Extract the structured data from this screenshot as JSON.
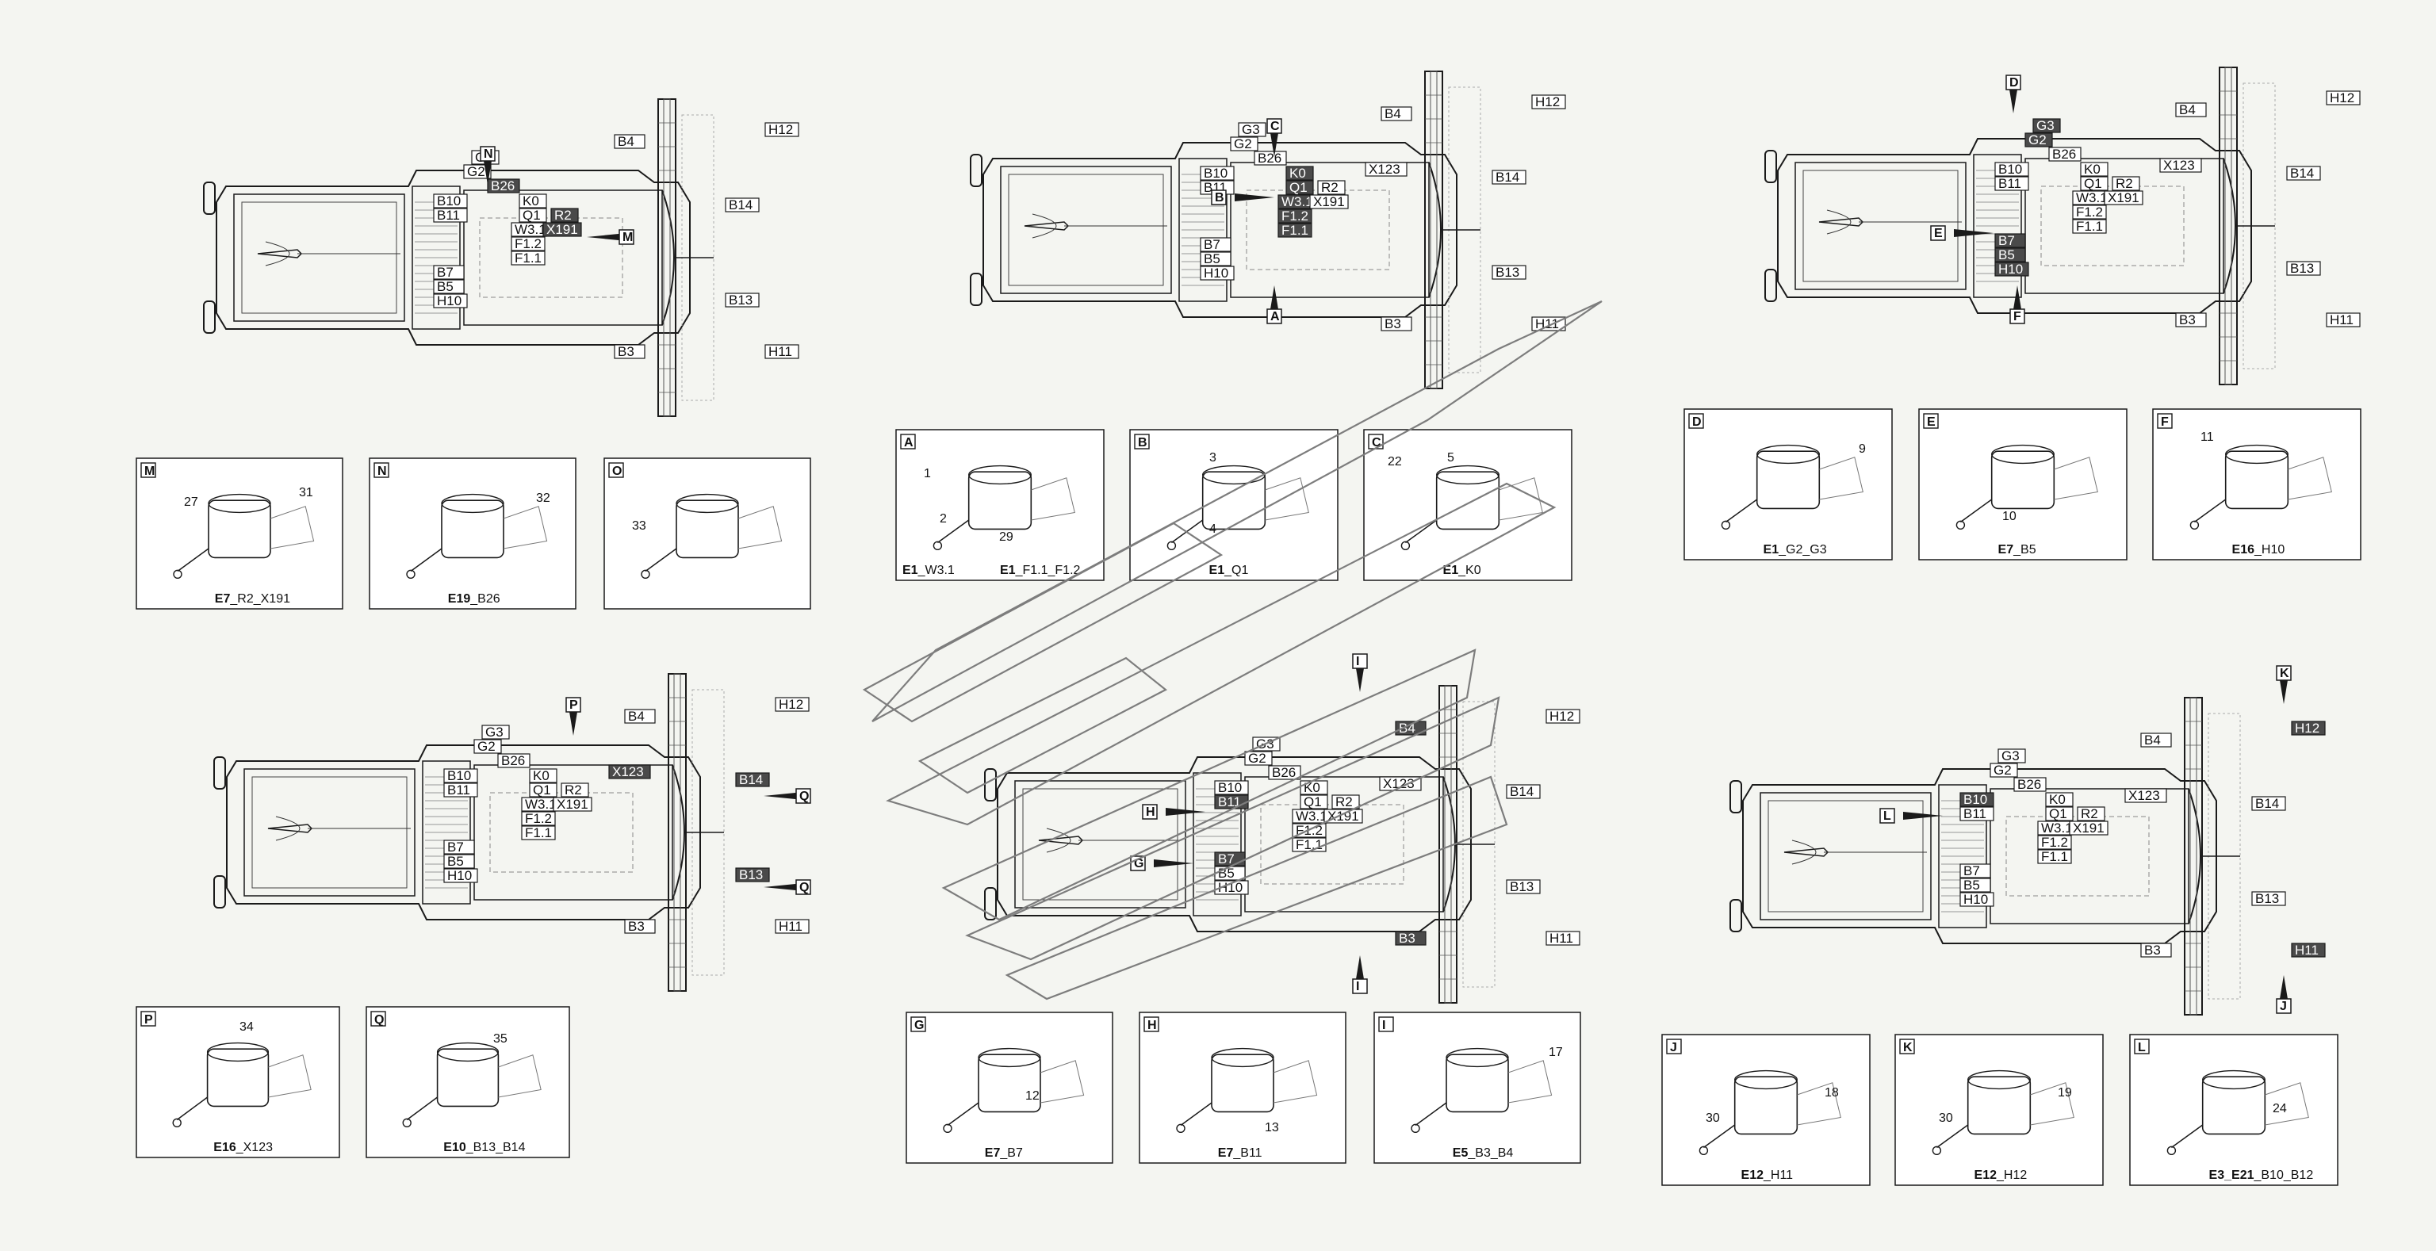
{
  "overviews": [
    {
      "id": "ov1",
      "labels": [
        "B4",
        "H12",
        "G3",
        "G2",
        "B26",
        "B10",
        "B11",
        "K0",
        "Q1",
        "W3.1",
        "F1.2",
        "F1.1",
        "R2",
        "X191",
        "B7",
        "B5",
        "H10",
        "B14",
        "B13",
        "B3",
        "H11"
      ],
      "highlight": [
        "B26",
        "R2",
        "X191"
      ],
      "callouts": [
        "N",
        "M"
      ]
    },
    {
      "id": "ov2",
      "labels": [
        "B4",
        "H12",
        "G3",
        "G2",
        "B26",
        "B10",
        "B11",
        "K0",
        "Q1",
        "W3.1",
        "F1.2",
        "F1.1",
        "R2",
        "X191",
        "X123",
        "B7",
        "B5",
        "H10",
        "B14",
        "B13",
        "B3",
        "H11"
      ],
      "highlight": [
        "K0",
        "Q1",
        "W3.1",
        "F1.2",
        "F1.1"
      ],
      "callouts": [
        "C",
        "B",
        "A"
      ]
    },
    {
      "id": "ov3",
      "labels": [
        "B4",
        "H12",
        "G3",
        "G2",
        "B26",
        "B10",
        "B11",
        "K0",
        "Q1",
        "W3.1",
        "F1.2",
        "F1.1",
        "R2",
        "X191",
        "X123",
        "B7",
        "B5",
        "H10",
        "B14",
        "B13",
        "B3",
        "H11"
      ],
      "highlight": [
        "G3",
        "G2",
        "B7",
        "B5",
        "H10"
      ],
      "callouts": [
        "D",
        "E",
        "F"
      ]
    },
    {
      "id": "ov4",
      "labels": [
        "B4",
        "H12",
        "G3",
        "G2",
        "B26",
        "B10",
        "B11",
        "K0",
        "Q1",
        "W3.1",
        "F1.2",
        "F1.1",
        "R2",
        "X191",
        "X123",
        "B7",
        "B5",
        "H10",
        "B14",
        "B13",
        "B3",
        "H11"
      ],
      "highlight": [
        "X123",
        "B14",
        "B13"
      ],
      "callouts": [
        "P",
        "Q",
        "Q"
      ]
    },
    {
      "id": "ov5",
      "labels": [
        "B4",
        "H12",
        "G3",
        "G2",
        "B26",
        "B10",
        "B11",
        "K0",
        "Q1",
        "W3.1",
        "F1.2",
        "F1.1",
        "R2",
        "X191",
        "X123",
        "B7",
        "B5",
        "H10",
        "B14",
        "B13",
        "B3",
        "H11"
      ],
      "highlight": [
        "B4",
        "B11",
        "B7",
        "B3"
      ],
      "callouts": [
        "I",
        "H",
        "G",
        "I"
      ]
    },
    {
      "id": "ov6",
      "labels": [
        "B4",
        "H12",
        "G3",
        "G2",
        "B26",
        "B10",
        "B11",
        "K0",
        "Q1",
        "W3.1",
        "F1.2",
        "F1.1",
        "R2",
        "X191",
        "X123",
        "B7",
        "B5",
        "H10",
        "B14",
        "B13",
        "B3",
        "H11"
      ],
      "highlight": [
        "H12",
        "B10",
        "H11"
      ],
      "callouts": [
        "K",
        "L",
        "J"
      ]
    }
  ],
  "details": [
    {
      "letter": "M",
      "caption_bold": "E7",
      "caption": "_R2_X191",
      "nums": [
        "27",
        "31"
      ]
    },
    {
      "letter": "N",
      "caption_bold": "E19",
      "caption": "_B26",
      "nums": [
        "32"
      ]
    },
    {
      "letter": "O",
      "caption_bold": "",
      "caption": "",
      "nums": [
        "33"
      ]
    },
    {
      "letter": "A",
      "caption_bold": "E1",
      "caption": "_W3.1",
      "caption2_bold": "E1",
      "caption2": "_F1.1_F1.2",
      "nums": [
        "1",
        "2",
        "29"
      ]
    },
    {
      "letter": "B",
      "caption_bold": "E1",
      "caption": "_Q1",
      "nums": [
        "3",
        "4"
      ]
    },
    {
      "letter": "C",
      "caption_bold": "E1",
      "caption": "_K0",
      "nums": [
        "22",
        "5"
      ]
    },
    {
      "letter": "D",
      "caption_bold": "E1",
      "caption": "_G2_G3",
      "nums": [
        "9"
      ]
    },
    {
      "letter": "E",
      "caption_bold": "E7",
      "caption": "_B5",
      "nums": [
        "10"
      ]
    },
    {
      "letter": "F",
      "caption_bold": "E16",
      "caption": "_H10",
      "nums": [
        "11"
      ]
    },
    {
      "letter": "P",
      "caption_bold": "E16",
      "caption": "_X123",
      "nums": [
        "34"
      ]
    },
    {
      "letter": "Q",
      "caption_bold": "E10",
      "caption": "_B13_B14",
      "nums": [
        "35"
      ]
    },
    {
      "letter": "G",
      "caption_bold": "E7",
      "caption": "_B7",
      "nums": [
        "12"
      ]
    },
    {
      "letter": "H",
      "caption_bold": "E7",
      "caption": "_B11",
      "nums": [
        "13"
      ]
    },
    {
      "letter": "I",
      "caption_bold": "E5",
      "caption": "_B3_B4",
      "nums": [
        "17"
      ]
    },
    {
      "letter": "J",
      "caption_bold": "E12",
      "caption": "_H11",
      "nums": [
        "30",
        "18"
      ]
    },
    {
      "letter": "K",
      "caption_bold": "E12",
      "caption": "_H12",
      "nums": [
        "30",
        "19"
      ]
    },
    {
      "letter": "L",
      "caption_bold": "E3_E21",
      "caption": "_B10_B12",
      "nums": [
        "24"
      ]
    }
  ],
  "colors": {
    "line": "#1a1a1a",
    "highlight_fill": "#4a4a4a",
    "background": "#f4f5f1",
    "overlay": "#7d7d7d"
  }
}
